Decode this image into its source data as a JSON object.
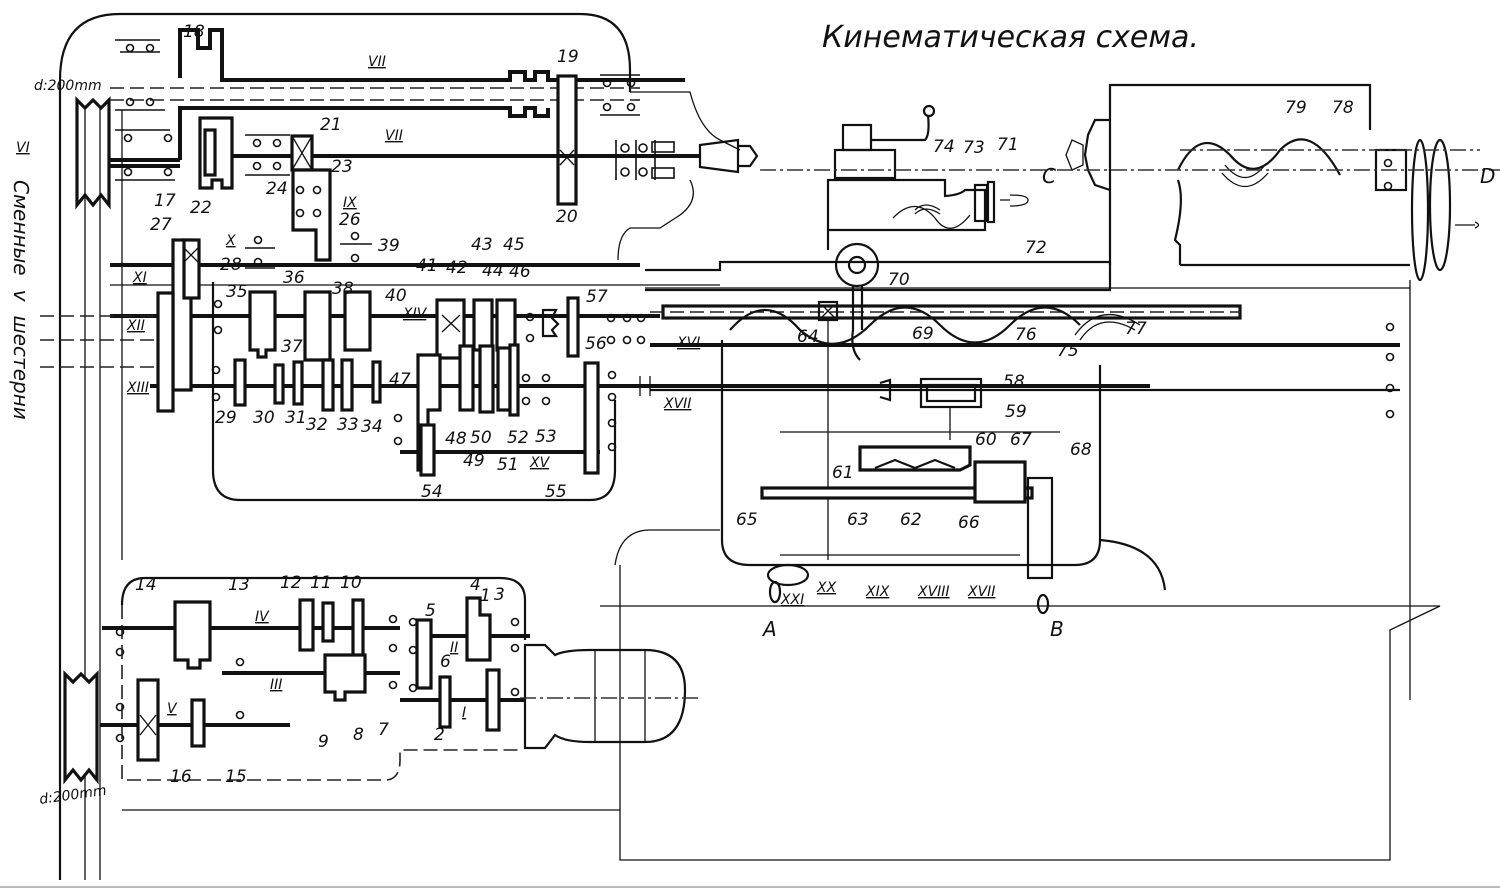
{
  "title": "Кинематическая схема.",
  "annotations": {
    "pulley_top_diameter": "d:200mm",
    "pulley_bottom_diameter": "d:200mm",
    "side_label_left": "Сменные",
    "side_label_right": "шестерни"
  },
  "shafts": [
    "I",
    "II",
    "III",
    "IV",
    "V",
    "VI",
    "VII",
    "VII",
    "IX",
    "X",
    "XI",
    "XII",
    "XIII",
    "XIV",
    "XV",
    "XVI",
    "XVII",
    "XVII",
    "XVIII",
    "XIX",
    "XX",
    "XXI"
  ],
  "shaft_labels": {
    "I": "I",
    "II": "II",
    "III": "III",
    "IV": "IV",
    "V": "V",
    "VI": "VI",
    "VII_a": "VII",
    "VII_b": "VII",
    "IX": "IX",
    "X": "X",
    "XI": "XI",
    "XII": "XII",
    "XIII": "XIII",
    "XIV": "XIV",
    "XV": "XV",
    "XVI": "XVI",
    "XVII_a": "XVII",
    "XVII_b": "XVII",
    "XVIII": "XVIII",
    "XIX": "XIX",
    "XX": "XX",
    "XXI": "XXI"
  },
  "parts": {
    "p1": "1",
    "p2": "2",
    "p3": "3",
    "p4": "4",
    "p5": "5",
    "p6": "6",
    "p7": "7",
    "p8": "8",
    "p9": "9",
    "p10": "10",
    "p11": "11",
    "p12": "12",
    "p13": "13",
    "p14": "14",
    "p15": "15",
    "p16": "16",
    "p17": "17",
    "p18": "18",
    "p19": "19",
    "p20": "20",
    "p21": "21",
    "p22": "22",
    "p23": "23",
    "p24": "24",
    "p26": "26",
    "p27": "27",
    "p28": "28",
    "p29": "29",
    "p30": "30",
    "p31": "31",
    "p32": "32",
    "p33": "33",
    "p34": "34",
    "p35": "35",
    "p36": "36",
    "p37": "37",
    "p38": "38",
    "p39": "39",
    "p40": "40",
    "p41": "41",
    "p42": "42",
    "p43": "43",
    "p44": "44",
    "p45": "45",
    "p46": "46",
    "p47": "47",
    "p48": "48",
    "p49": "49",
    "p50": "50",
    "p51": "51",
    "p52": "52",
    "p53": "53",
    "p54": "54",
    "p55": "55",
    "p56": "56",
    "p57": "57",
    "p58": "58",
    "p59": "59",
    "p60": "60",
    "p61": "61",
    "p62": "62",
    "p63": "63",
    "p64": "64",
    "p65": "65",
    "p66": "66",
    "p67": "67",
    "p68": "68",
    "p69": "69",
    "p70": "70",
    "p71": "71",
    "p72": "72",
    "p73": "73",
    "p74": "74",
    "p75": "75",
    "p76": "76",
    "p77": "77",
    "p78": "78",
    "p79": "79"
  },
  "control_points": {
    "A": "A",
    "B": "B",
    "C": "C",
    "D": "D"
  }
}
